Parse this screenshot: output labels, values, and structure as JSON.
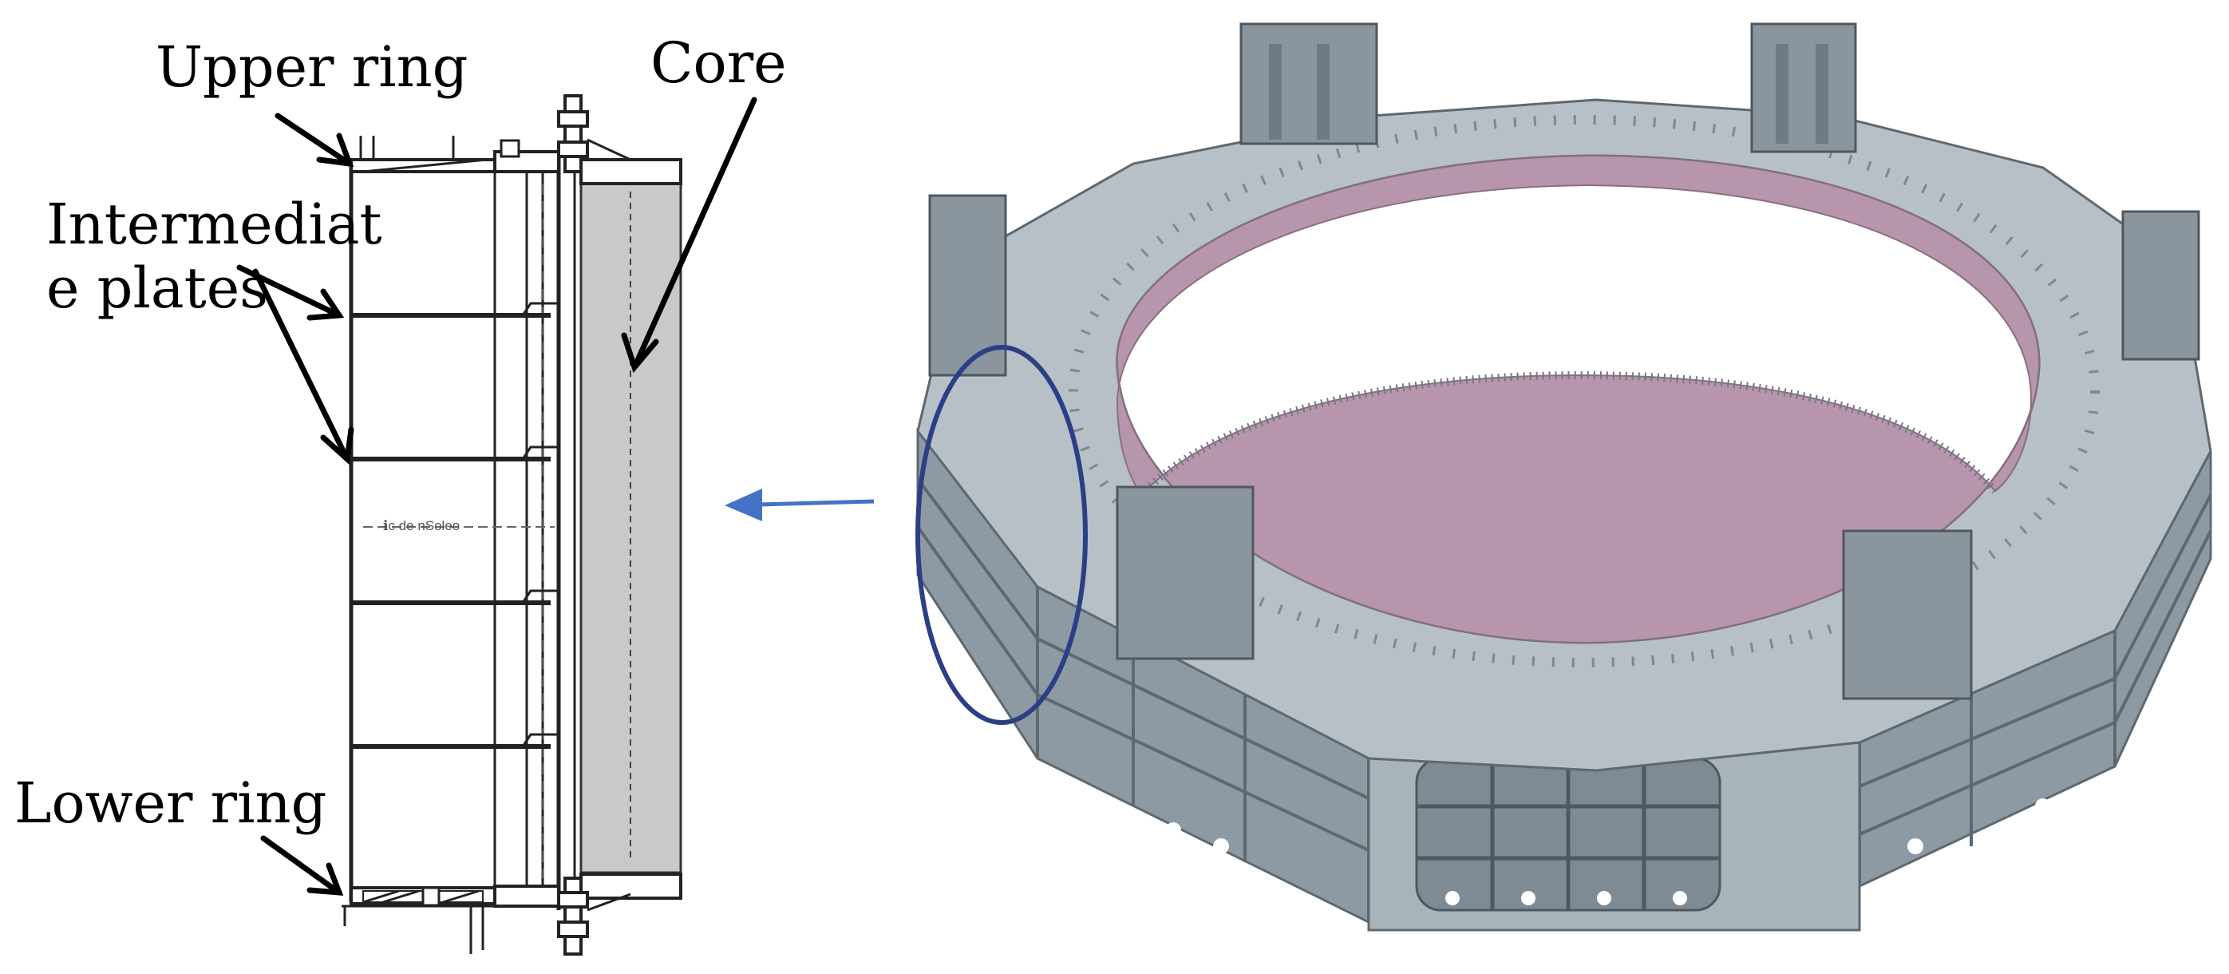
{
  "labels": {
    "upper_ring": "Upper ring",
    "core": "Core",
    "intermediate_line1": "Intermediat",
    "intermediate_line2": "e plates",
    "lower_ring": "Lower ring",
    "centerline_note": "ℹc de nSoleo"
  },
  "colors": {
    "steel": "#9aa5ad",
    "steel_dark": "#6f7b84",
    "steel_light": "#c3cbd1",
    "core_pink": "#b796ad",
    "core_drawing": "#c9c9c9",
    "highlight_ellipse": "#2b3f86",
    "arrow_blue": "#4472c4"
  }
}
